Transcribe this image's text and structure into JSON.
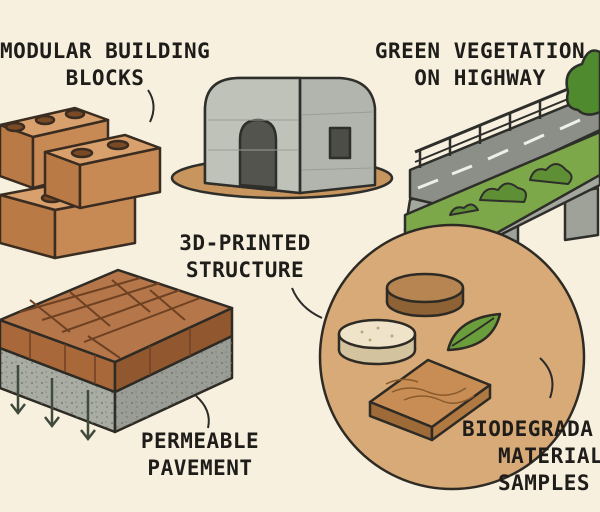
{
  "labels": {
    "modular_blocks": {
      "line1": "MODULAR BUILDING",
      "line2": "BLOCKS"
    },
    "green_vegetation": {
      "line1": "GREEN VEGETATION",
      "line2": "ON HIGHWAY"
    },
    "printed_structure": {
      "line1": "3D-PRINTED",
      "line2": "STRUCTURE"
    },
    "permeable_pavement": {
      "line1": "PERMEABLE",
      "line2": "PAVEMENT"
    },
    "biodegradable": {
      "line1": "BIODEGRADA",
      "line2": "MATERIAL",
      "line3": "SAMPLES"
    }
  },
  "colors": {
    "background": "#f7f0df",
    "brick": "#c88a55",
    "brick_dark": "#9b6536",
    "concrete": "#a9aca3",
    "grass": "#7da84a",
    "soil": "#d7aa78"
  }
}
